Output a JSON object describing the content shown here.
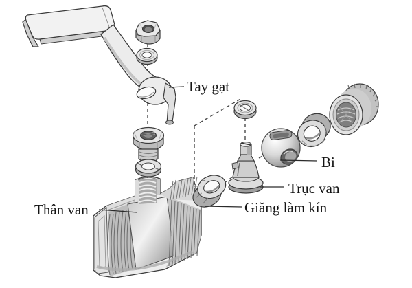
{
  "diagram": {
    "subject": "ball-valve-exploded-view",
    "background": "#ffffff",
    "stroke_color": "#3a3a3a",
    "text_color": "#141414"
  },
  "labels": {
    "handle": "Tay gạt",
    "body": "Thân van",
    "ball": "Bi",
    "stem": "Trục van",
    "seal": "Giăng làm kín"
  },
  "unlabeled_parts": [
    "hex-nut",
    "handle-washer",
    "packing-nut",
    "gland-washer",
    "stem-washer",
    "seat-ring",
    "end-cap"
  ]
}
